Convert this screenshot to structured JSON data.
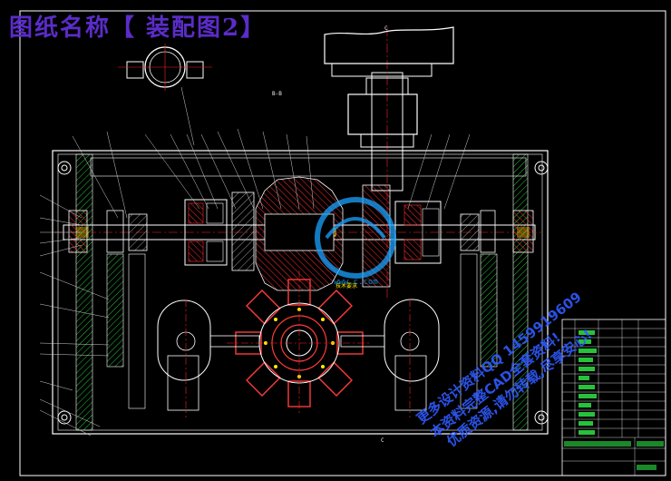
{
  "drawing": {
    "title": "图纸名称【 装配图2】",
    "watermark": {
      "line1": "更多设计资料QQ 1459919609",
      "line2": "本资料完整CAD全套资料!",
      "line3": "优质资源,请勿转载,尽享安心!",
      "brand": "www.c.com"
    },
    "section_label": "B-B",
    "view_mark_top": "C",
    "view_mark_bottom": "C"
  },
  "title_block": {
    "header": "技术要求"
  },
  "colors": {
    "background": "#000000",
    "frame": "#ffffff",
    "housing": "#ffffff",
    "hatch": "#27c23b",
    "gear_red": "#ff2b2b",
    "shaft_yellow": "#ffee00",
    "centerline": "#ff2020",
    "leader": "#cfcfcf",
    "watermark_blue": "#2f5bff",
    "title_purple": "#5b2cc9",
    "logo_cyan": "#1aa3ff"
  }
}
